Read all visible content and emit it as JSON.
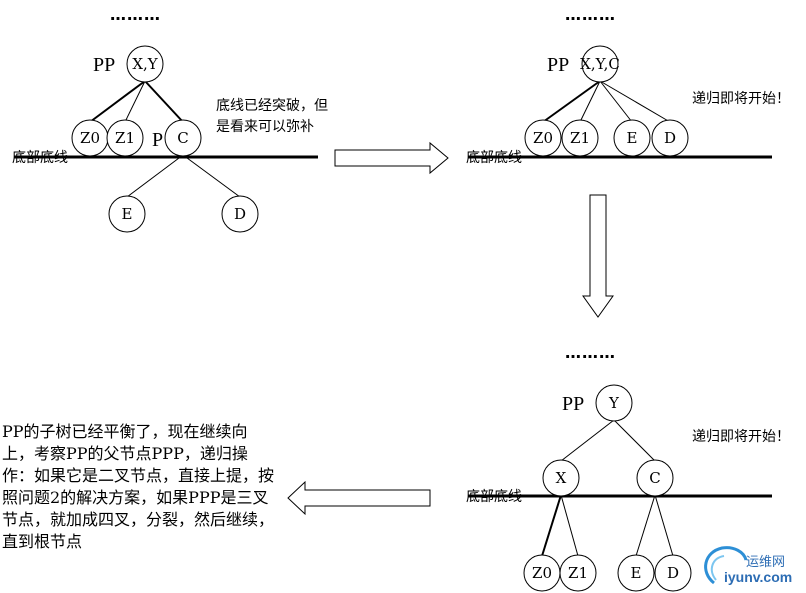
{
  "ellipsis": "………",
  "parent_label": "PP",
  "p_label": "P",
  "baseline_label": "底部底线",
  "nodes": {
    "xy": "X,Y",
    "xyc": "X,Y,C",
    "y": "Y",
    "x": "X",
    "c": "C",
    "z0": "Z0",
    "z1": "Z1",
    "e": "E",
    "d": "D"
  },
  "notes": {
    "n1_line1": "底线已经突破，但",
    "n1_line2": "是看来可以弥补",
    "recursion": "递归即将开始！",
    "n3": "PP的子树已经平衡了，现在继续向上，考察PP的父节点PPP，递归操作：如果它是二叉节点，直接上提，按照问题2的解决方案，如果PPP是三叉节点，就加成四叉，分裂，然后继续，直到根节点"
  },
  "watermark": {
    "top": "运维网",
    "bottom": "iyunv.com"
  }
}
